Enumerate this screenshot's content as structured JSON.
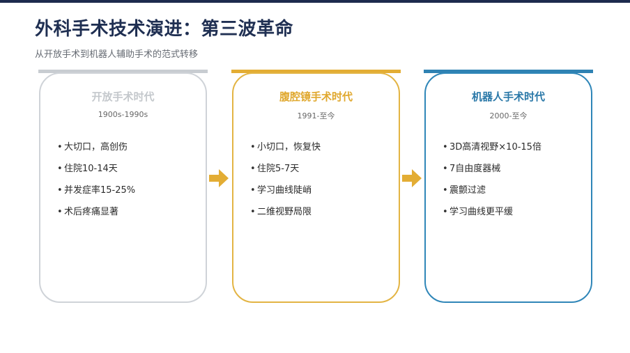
{
  "slide": {
    "title": "外科手术技术演进：第三波革命",
    "subtitle": "从开放手术到机器人辅助手术的范式转移"
  },
  "cards": [
    {
      "title": "开放手术时代",
      "period": "1900s-1990s",
      "title_color": "#c4c8cc",
      "bar_color": "#c8ccd1",
      "border_color": "#cfd3d8",
      "bullets": [
        "大切口，高创伤",
        "住院10-14天",
        "并发症率15-25%",
        "术后疼痛显著"
      ]
    },
    {
      "title": "腹腔镜手术时代",
      "period": "1991-至今",
      "title_color": "#e0a82e",
      "bar_color": "#e3ad34",
      "border_color": "#e3b443",
      "bullets": [
        "小切口，恢复快",
        "住院5-7天",
        "学习曲线陡峭",
        "二维视野局限"
      ]
    },
    {
      "title": "机器人手术时代",
      "period": "2000-至今",
      "title_color": "#2a78a8",
      "bar_color": "#2f82b3",
      "border_color": "#2f86b8",
      "bullets": [
        "3D高清视野×10-15倍",
        "7自由度器械",
        "震颤过滤",
        "学习曲线更平缓"
      ]
    }
  ],
  "arrows": {
    "color": "#e3ad34",
    "icon": "arrow-right-icon"
  },
  "bullet_glyph": "•"
}
